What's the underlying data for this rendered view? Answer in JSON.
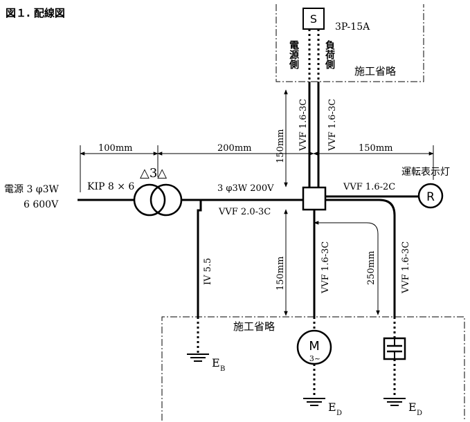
{
  "figure_title": "図１. 配線図",
  "switch": {
    "symbol": "S",
    "rating": "3P-15A"
  },
  "side_labels": {
    "source_side": "電源側",
    "load_side": "負荷側"
  },
  "omitted_label_top": "施工省略",
  "omitted_label_bottom": "施工省略",
  "source": {
    "label": "電源 3 φ3W",
    "voltage": "6 600V"
  },
  "transformer": {
    "cable": "KIP 8 × 6",
    "symbol": "△3△"
  },
  "dimensions": {
    "left_span": "100mm",
    "middle_span": "200mm",
    "right_span": "150mm",
    "upper_vertical": "150mm",
    "lower_vertical": "150mm",
    "bend_radius": "250mm"
  },
  "cables": {
    "secondary_supply": "3 φ3W 200V",
    "main_feed": "VVF 2.0-3C",
    "to_switch_left": "VVF 1.6-3C",
    "to_switch_right": "VVF 1.6-3C",
    "to_lamp": "VVF 1.6-2C",
    "to_motor": "VVF 1.6-3C",
    "to_capacitor": "VVF 1.6-3C",
    "ground_wire": "IV 5.5"
  },
  "lamp": {
    "label": "運転表示灯",
    "symbol": "R"
  },
  "motor": {
    "symbol": "M",
    "phase": "3~"
  },
  "grounds": {
    "transformer": {
      "label": "E",
      "sub": "B"
    },
    "motor": {
      "label": "E",
      "sub": "D"
    },
    "capacitor": {
      "label": "E",
      "sub": "D"
    }
  }
}
